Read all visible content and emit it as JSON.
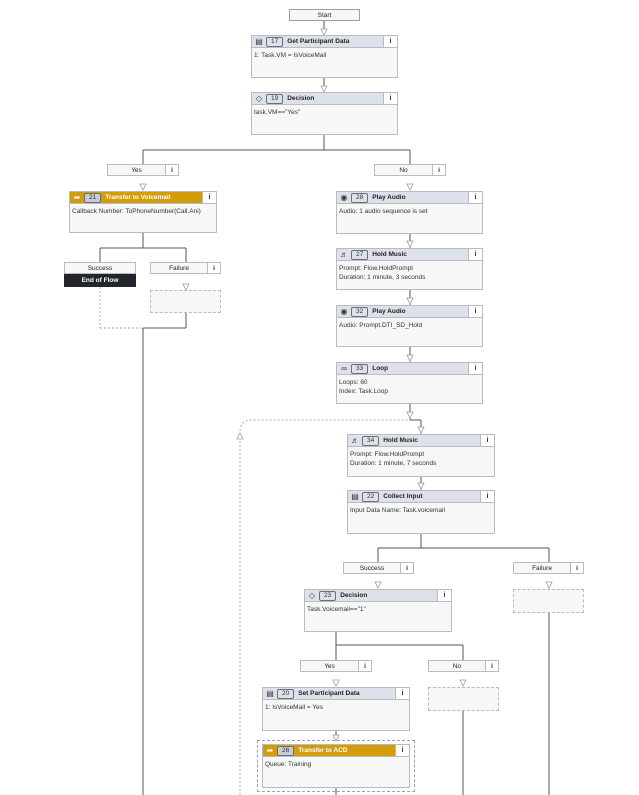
{
  "start": {
    "label": "Start"
  },
  "info_glyph": "i",
  "nodes": {
    "n17": {
      "num": "17",
      "title": "Get Participant Data",
      "icon": "database-icon",
      "lines": [
        "1: Task.VM = IsVoiceMail"
      ]
    },
    "n19": {
      "num": "19",
      "title": "Decision",
      "icon": "diamond-icon",
      "lines": [
        "task.VM==\"Yes\""
      ]
    },
    "n21": {
      "num": "21",
      "title": "Transfer to Voicemail",
      "icon": "transfer-icon",
      "lines": [
        "Callback Number: ToPhoneNumber(Call.Ani)"
      ]
    },
    "n28": {
      "num": "28",
      "title": "Play Audio",
      "icon": "play-icon",
      "lines": [
        "Audio: 1 audio sequence is set"
      ]
    },
    "n27": {
      "num": "27",
      "title": "Hold Music",
      "icon": "music-icon",
      "lines": [
        "Prompt: Flow.HoldPrompt",
        "Duration: 1 minute, 3 seconds"
      ]
    },
    "n32": {
      "num": "32",
      "title": "Play Audio",
      "icon": "play-icon",
      "lines": [
        "Audio: Prompt.DTI_SD_Hold"
      ]
    },
    "n33": {
      "num": "33",
      "title": "Loop",
      "icon": "link-icon",
      "lines": [
        "Loops: 60",
        "Index: Task.Loop"
      ]
    },
    "n34": {
      "num": "34",
      "title": "Hold Music",
      "icon": "music-icon",
      "lines": [
        "Prompt: Flow.HoldPrompt",
        "Duration: 1 minute, 7 seconds"
      ]
    },
    "n22": {
      "num": "22",
      "title": "Collect Input",
      "icon": "database-icon",
      "lines": [
        "Input Data Name: Task.voicemail"
      ]
    },
    "n23": {
      "num": "23",
      "title": "Decision",
      "icon": "diamond-icon",
      "lines": [
        "Task.Voicemail==\"1\""
      ]
    },
    "n20": {
      "num": "20",
      "title": "Set Participant Data",
      "icon": "database-icon",
      "lines": [
        "1: IsVoiceMail = Yes"
      ]
    },
    "n26": {
      "num": "26",
      "title": "Transfer to ACD",
      "icon": "transfer-icon",
      "lines": [
        "Queue: Training"
      ]
    }
  },
  "labels": {
    "yes1": "Yes",
    "no1": "No",
    "success1": "Success",
    "failure1": "Failure",
    "end_of_flow": "End of Flow",
    "success2": "Success",
    "failure2": "Failure",
    "yes2": "Yes",
    "no2": "No"
  },
  "colors": {
    "transfer_header": "#d39c0b",
    "end_of_flow": "#22252a",
    "header": "#dde2ea"
  }
}
